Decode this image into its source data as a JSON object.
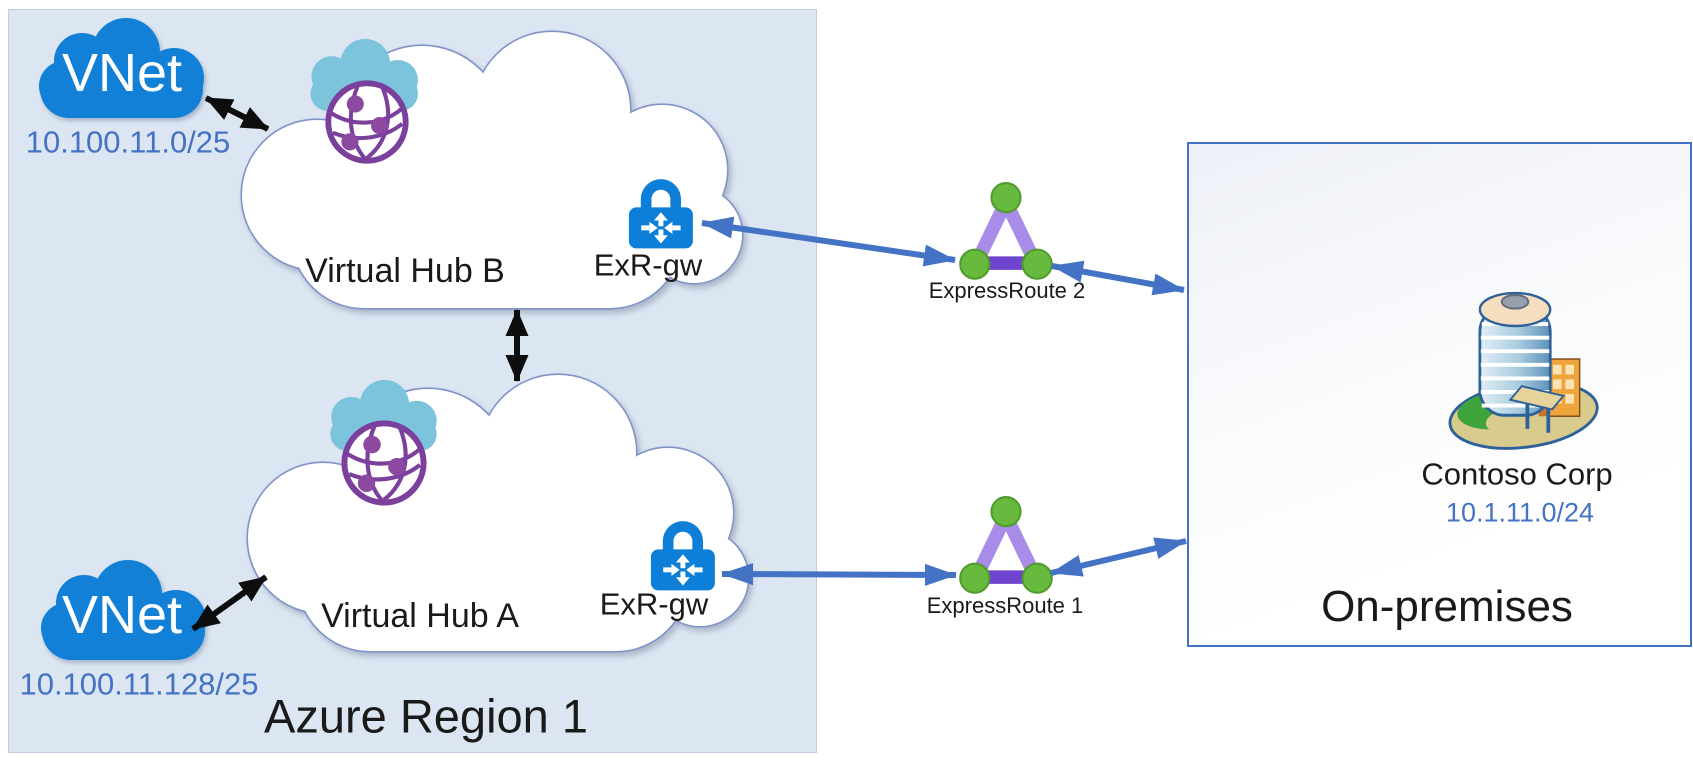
{
  "region": {
    "label": "Azure Region 1"
  },
  "vnets": [
    {
      "name": "VNet",
      "cidr": "10.100.11.0/25"
    },
    {
      "name": "VNet",
      "cidr": "10.100.11.128/25"
    }
  ],
  "hubs": [
    {
      "name": "Virtual Hub B",
      "gateway": "ExR-gw"
    },
    {
      "name": "Virtual Hub A",
      "gateway": "ExR-gw"
    }
  ],
  "circuits": [
    {
      "name": "ExpressRoute 2"
    },
    {
      "name": "ExpressRoute 1"
    }
  ],
  "onprem": {
    "label": "On-premises",
    "company": "Contoso Corp",
    "cidr": "10.1.11.0/24"
  },
  "icons": {
    "vnet": "blue-cloud",
    "virtual_hub": "white-cloud",
    "virtual_wan": "globe-on-cyan-cloud",
    "gateway": "lock-with-router-arrows",
    "expressroute_circuit": "purple-triangle-green-nodes",
    "onprem_site": "office-building",
    "peering": "black-double-arrow",
    "circuit_link": "blue-double-arrow"
  },
  "colors": {
    "region_fill": "#dce6f2",
    "arrow_blue": "#4472c4",
    "arrow_black": "#0d0d0d",
    "vnet_cloud_blue": "#1180d6",
    "hub_cloud_border": "#8193c9",
    "gateway_blue": "#0e7fd8",
    "wan_cloud_cyan": "#7cc4dc",
    "globe_purple": "#7b3f9c",
    "er_leg_purple": "#a88ce8",
    "er_base_purple": "#6f45cf",
    "er_node_green": "#68ba3f",
    "cidr_text_blue": "#4472c4",
    "onprem_border": "#4472c4"
  }
}
